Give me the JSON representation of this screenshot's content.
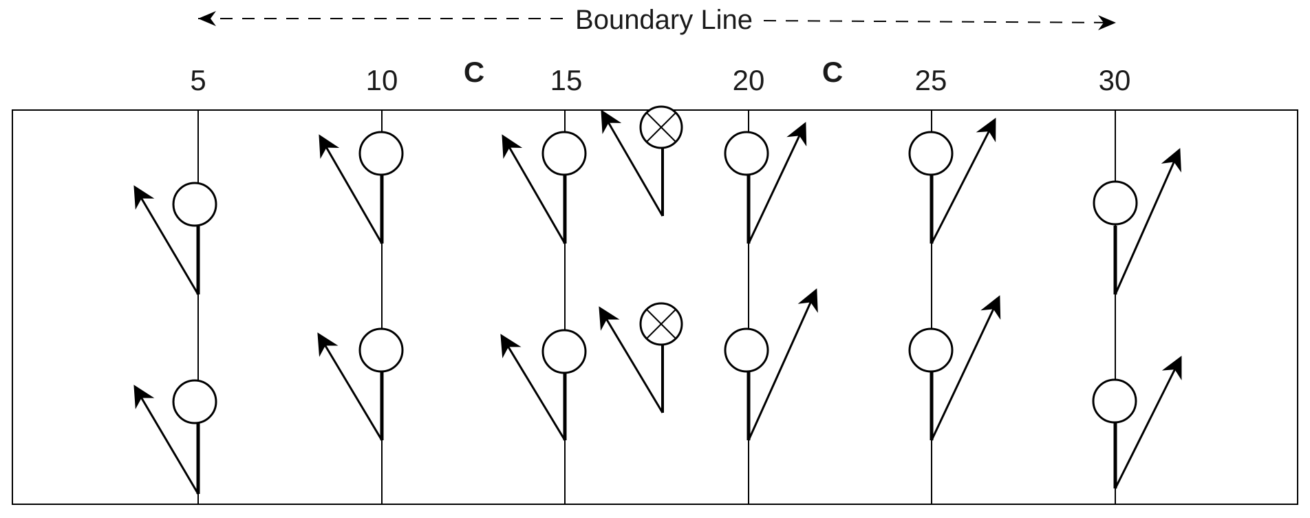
{
  "boundary_label": "Boundary Line",
  "yard_labels": [
    "5",
    "10",
    "15",
    "20",
    "25",
    "30"
  ],
  "center_labels": [
    "C",
    "C"
  ],
  "colors": {
    "ink": "#000000",
    "text": "#1a1a1a",
    "background": "#ffffff"
  },
  "icons": {
    "player": "circle-player-icon",
    "defender": "crossed-circle-icon",
    "route": "route-arrow-icon"
  }
}
